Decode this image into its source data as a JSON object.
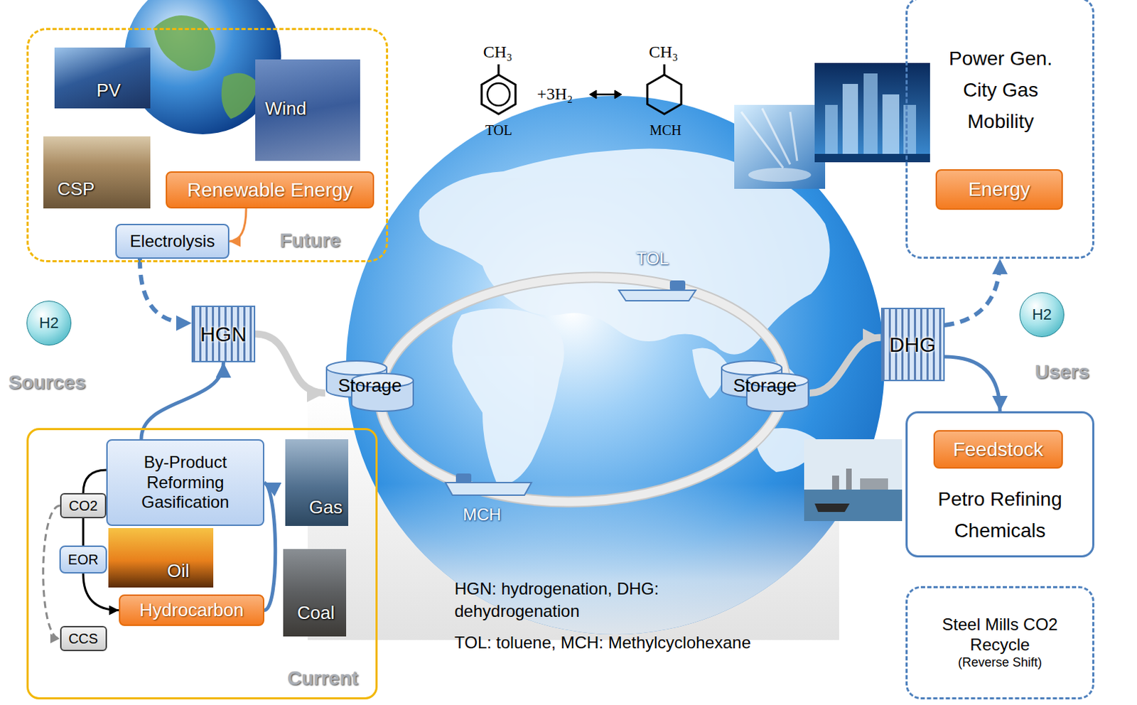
{
  "diagram": {
    "nodes": [
      {
        "text": [
          "Future"
        ]
      },
      {
        "text": [
          "PV"
        ],
        "in": 0
      },
      {
        "text": [
          "Wind"
        ],
        "in": 0
      },
      {
        "text": [
          "CSP"
        ],
        "in": 0
      },
      {
        "text": [
          "Renewable Energy"
        ],
        "in": 0
      },
      {
        "text": [
          "Electrolysis"
        ],
        "in": 0
      },
      {
        "text": [
          "H2"
        ]
      },
      {
        "text": [
          "HGN"
        ]
      },
      {
        "text": [
          "Storage"
        ]
      },
      {
        "text": [
          "Power Gen. City Gas Mobility"
        ]
      },
      {
        "text": [
          "Energy"
        ],
        "in": 9
      },
      {
        "text": [
          "Storage"
        ]
      },
      {
        "text": [
          "DHG"
        ]
      },
      {
        "text": [
          "H2"
        ]
      },
      {
        "text": [
          "Petro Refining Chemicals"
        ]
      },
      {
        "text": [
          "Feedstock"
        ],
        "in": 14
      },
      {
        "text": [
          "Current"
        ]
      },
      {
        "text": [
          "By-Product Reforming Gasification"
        ],
        "in": 16
      },
      {
        "text": [
          "Gas"
        ],
        "in": 16
      },
      {
        "text": [
          "CO2"
        ],
        "in": 16
      },
      {
        "text": [
          "EOR"
        ],
        "in": 16
      },
      {
        "text": [
          "Oil"
        ],
        "in": 16
      },
      {
        "text": [
          "Hydrocarbon"
        ],
        "in": 16
      },
      {
        "text": [
          "Coal"
        ],
        "in": 16
      },
      {
        "text": [
          "CCS"
        ],
        "in": 16
      },
      {
        "text": [
          "Steel Mills CO2 Recycle",
          "(Reverse Shift)"
        ]
      }
    ],
    "edges": [
      {
        "from": 4,
        "to": 5,
        "arrow": "to"
      },
      {
        "from": 5,
        "to": 7,
        "arrow": "to"
      },
      {
        "from": 17,
        "to": 7,
        "arrow": "to"
      },
      {
        "from": 22,
        "to": 17,
        "arrow": "to"
      },
      {
        "from": 17,
        "to": 19,
        "arrow": "none"
      },
      {
        "from": 19,
        "to": 20,
        "arrow": "none"
      },
      {
        "from": 20,
        "to": 22,
        "arrow": "to"
      },
      {
        "from": 19,
        "to": 24,
        "arrow": "to"
      },
      {
        "from": 7,
        "to": 8,
        "arrow": "to"
      },
      {
        "from": 11,
        "to": 12,
        "arrow": "to"
      },
      {
        "from": 12,
        "to": 9,
        "arrow": "to"
      },
      {
        "from": 12,
        "to": 14,
        "arrow": "to"
      }
    ],
    "labels": [
      "CH₃",
      "CH₃",
      "+3H₂",
      "TOL",
      "MCH",
      "Sources",
      "Users",
      "TOL",
      "MCH",
      "HGN: hydrogenation, DHG: dehydrogenation",
      "TOL: toluene, MCH: Methylcyclohexane"
    ]
  }
}
